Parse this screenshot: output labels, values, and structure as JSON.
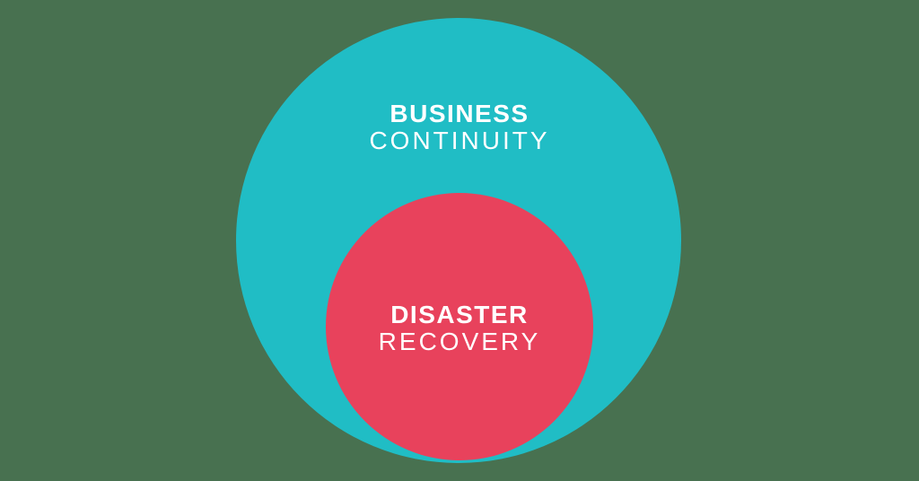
{
  "diagram": {
    "type": "nested-circles",
    "background_color": "#487150",
    "text_color": "#FFFFFF",
    "outer_circle": {
      "label_line1": "BUSINESS",
      "label_line2": "CONTINUITY",
      "color": "#20BDC5"
    },
    "inner_circle": {
      "label_line1": "DISASTER",
      "label_line2": "RECOVERY",
      "color": "#E8425C"
    }
  }
}
